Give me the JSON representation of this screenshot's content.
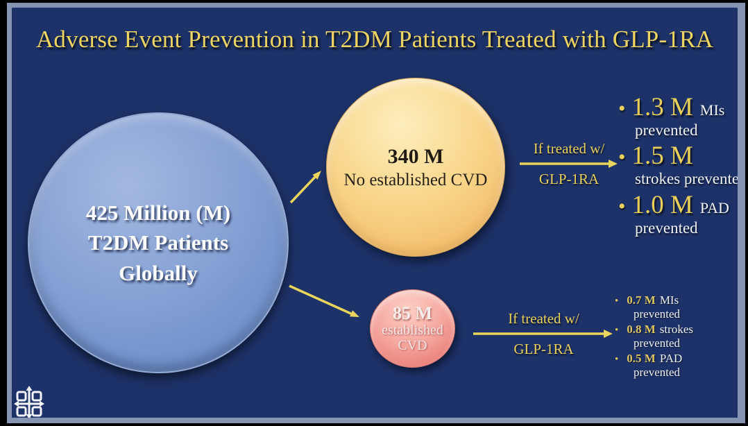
{
  "slide": {
    "title": "Adverse Event Prevention in T2DM Patients Treated with GLP-1RA",
    "main_circle": {
      "line1": "425 Million (M)",
      "line2": "T2DM Patients",
      "line3": "Globally"
    },
    "no_cvd_circle": {
      "value": "340 M",
      "label": "No established CVD"
    },
    "cvd_circle": {
      "value": "85 M",
      "line1": "established",
      "line2": "CVD"
    },
    "top_connector": {
      "line1": "If treated w/",
      "line2": "GLP-1RA"
    },
    "bottom_connector": {
      "line1": "If treated w/",
      "line2": "GLP-1RA"
    },
    "top_outcomes": [
      {
        "value": "1.3 M",
        "suffix": "MIs",
        "rest": "prevented"
      },
      {
        "value": "1.5 M",
        "suffix": "",
        "rest": "strokes prevented"
      },
      {
        "value": "1.0 M",
        "suffix": "PAD",
        "rest": "prevented"
      }
    ],
    "bottom_outcomes": [
      {
        "value": "0.7 M",
        "suffix": "MIs",
        "rest": "prevented"
      },
      {
        "value": "0.8 M",
        "suffix": "strokes",
        "rest": "prevented"
      },
      {
        "value": "0.5 M",
        "suffix": "PAD",
        "rest": "prevented"
      }
    ],
    "icons": {
      "logo": "move-arrows-logo"
    },
    "colors": {
      "background_navy": "#1D3268",
      "frame_slate": "#8494B2",
      "accent_gold": "#E9D05C",
      "circle_blue": "#7E9BD1",
      "circle_yellow": "#F6CE7F",
      "circle_pink": "#EE938C",
      "text_white": "#FFFFFF"
    }
  }
}
